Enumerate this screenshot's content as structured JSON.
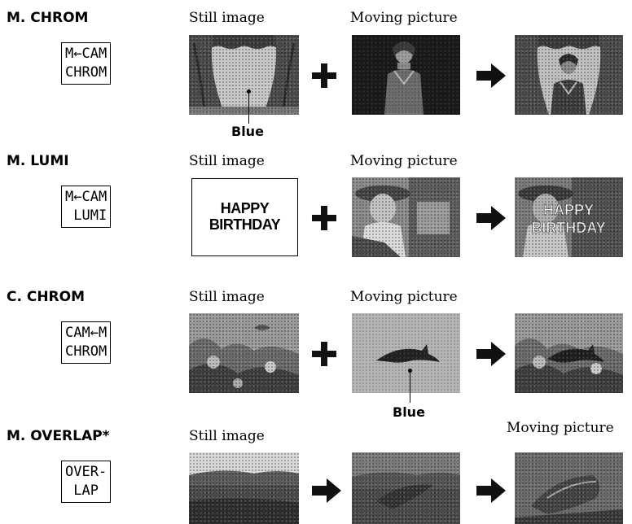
{
  "rows": [
    {
      "mode_label": "M. CHROM",
      "lcd": "M←CAM\nCHROM",
      "cap_left": "Still image",
      "cap_mid": "Moving picture",
      "blue_label": "Blue"
    },
    {
      "mode_label": "M. LUMI",
      "lcd": "M←CAM\n LUMI",
      "cap_left": "Still image",
      "cap_mid": "Moving picture",
      "card_text_1": "HAPPY",
      "card_text_2": "BIRTHDAY"
    },
    {
      "mode_label": "C. CHROM",
      "lcd": "CAM←M\nCHROM",
      "cap_left": "Still image",
      "cap_mid": "Moving picture",
      "blue_label": "Blue"
    },
    {
      "mode_label": "M. OVERLAP*",
      "lcd": "OVER-\n LAP",
      "cap_left": "Still image",
      "cap_right": "Moving picture"
    }
  ],
  "colors": {
    "ink": "#000000",
    "photo_gray": "#9a9a9a"
  }
}
